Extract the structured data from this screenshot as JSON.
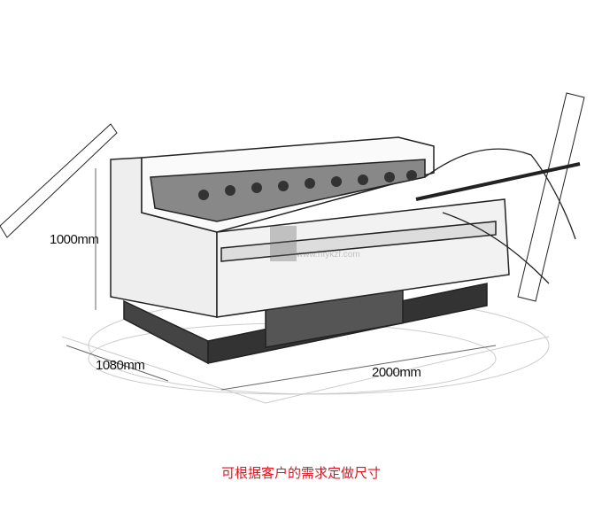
{
  "dimensions": {
    "height": "1000mm",
    "depth": "1080mm",
    "width": "2000mm"
  },
  "caption": "可根据客户的需求定做尺寸",
  "watermark": {
    "text": "www.hfykzf.com"
  },
  "colors": {
    "caption": "#e0141e",
    "sketch": "#222222"
  }
}
